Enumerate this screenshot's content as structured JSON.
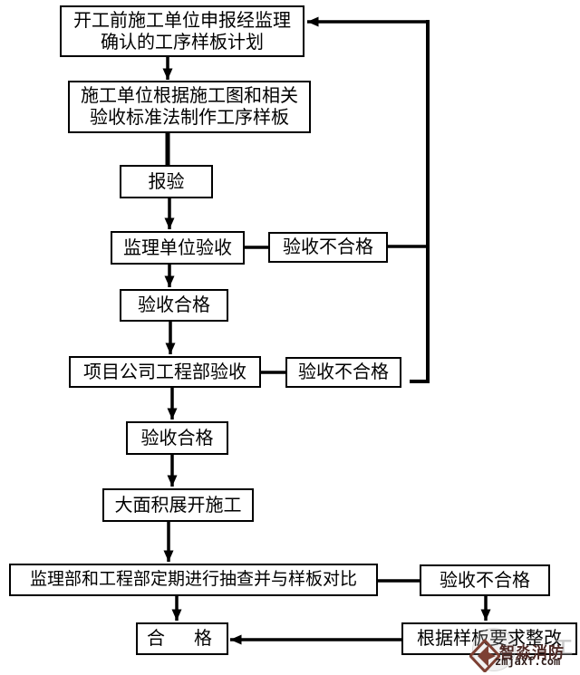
{
  "page": {
    "background": "#ffffff"
  },
  "flowchart": {
    "stroke_color": "#000000",
    "box_fill": "#ffffff",
    "nodes": [
      {
        "id": "plan",
        "line1": "开工前施工单位申报经监理",
        "line2": "确认的工序样板计划"
      },
      {
        "id": "make-sample",
        "line1": "施工单位根据施工图和相关",
        "line2": "验收标准法制作工序样板"
      },
      {
        "id": "report",
        "line1": "报验"
      },
      {
        "id": "supervisor-check",
        "line1": "监理单位验收"
      },
      {
        "id": "fail-1",
        "line1": "验收不合格"
      },
      {
        "id": "pass-1",
        "line1": "验收合格"
      },
      {
        "id": "project-dept-check",
        "line1": "项目公司工程部验收"
      },
      {
        "id": "fail-2",
        "line1": "验收不合格"
      },
      {
        "id": "pass-2",
        "line1": "验收合格"
      },
      {
        "id": "full-scale-start",
        "line1": "大面积展开施工"
      },
      {
        "id": "spot-check",
        "line1": "监理部和工程部定期进行抽查并与样板对比"
      },
      {
        "id": "fail-3",
        "line1": "验收不合格"
      },
      {
        "id": "qualified",
        "line1": "合　格"
      },
      {
        "id": "rectify",
        "line1": "根据样板要求整改"
      }
    ],
    "watermark": {
      "brand": "智淼消防",
      "domain": "zmjaxf.com",
      "brand_color": "#4e2a26",
      "logo_color": "#7d4033",
      "faint_glyph": "工"
    }
  }
}
